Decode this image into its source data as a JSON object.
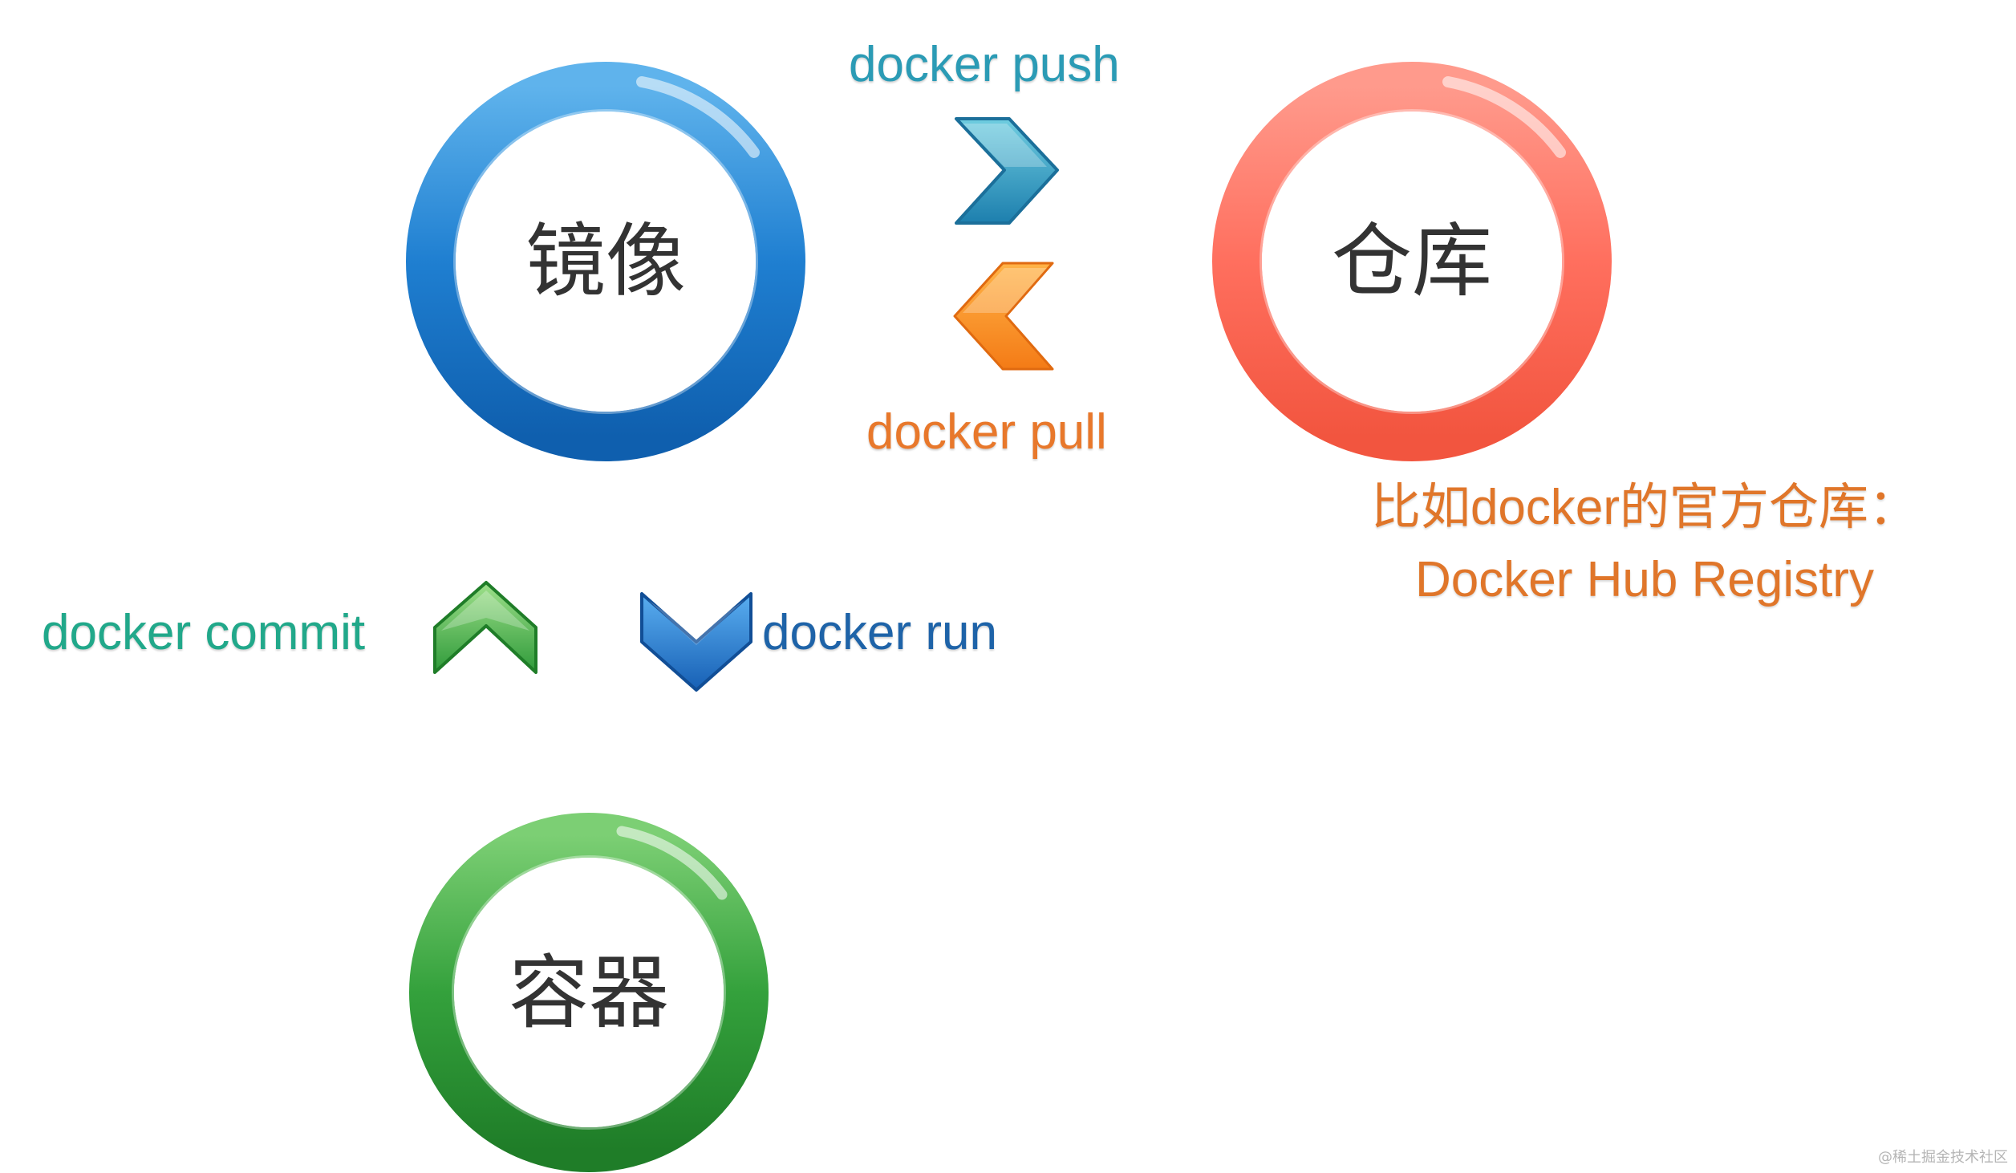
{
  "nodes": {
    "image": {
      "label": "镜像",
      "color": "#1f7fd1"
    },
    "registry": {
      "label": "仓库",
      "color": "#ff6f5e"
    },
    "container": {
      "label": "容器",
      "color": "#2f9a3a"
    }
  },
  "commands": {
    "push": {
      "label": "docker push",
      "color": "#2b9bb5"
    },
    "pull": {
      "label": "docker pull",
      "color": "#e8782b"
    },
    "commit": {
      "label": "docker commit",
      "color": "#21a88a"
    },
    "run": {
      "label": "docker run",
      "color": "#1e63a8"
    }
  },
  "note": {
    "line1": "比如docker的官方仓库：",
    "line2": "Docker Hub Registry"
  },
  "watermark": "@稀土掘金技术社区"
}
